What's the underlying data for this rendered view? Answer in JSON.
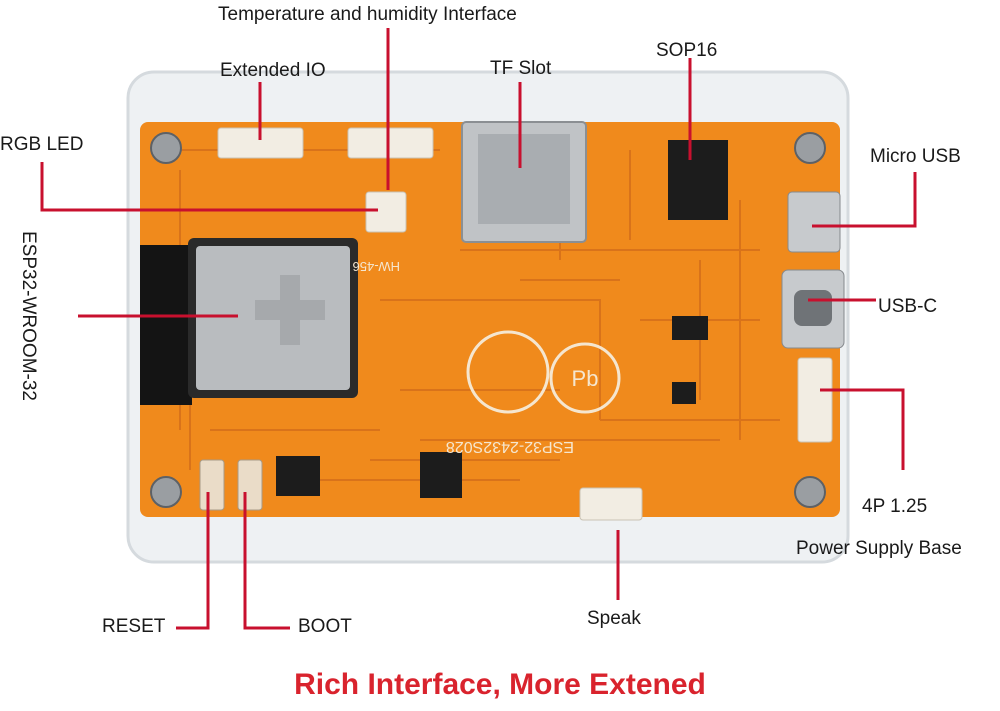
{
  "labels": {
    "temp_humidity": "Temperature and humidity Interface",
    "extended_io": "Extended IO",
    "tf_slot": "TF Slot",
    "sop16": "SOP16",
    "rgb_led": "RGB LED",
    "micro_usb": "Micro USB",
    "esp32": "ESP32-WROOM-32",
    "usb_c": "USB-C",
    "power_4p": "4P 1.25",
    "power_base": "Power Supply Base",
    "reset": "RESET",
    "boot": "BOOT",
    "speak": "Speak"
  },
  "board_text": {
    "hw_mark": "HW-456",
    "model": "ESP32-2432S028",
    "pb": "Pb"
  },
  "caption": "Rich Interface, More Extened",
  "colors": {
    "pcb": "#f08a1c",
    "pcb_dark": "#d9731a",
    "callout": "#c8102e",
    "caption": "#d9232d"
  }
}
